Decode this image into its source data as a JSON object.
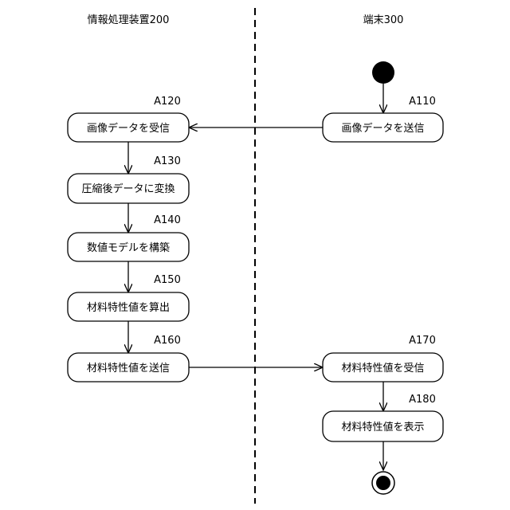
{
  "lanes": {
    "left_title": "情報処理装置200",
    "right_title": "端末300"
  },
  "nodes": {
    "a110": {
      "id": "A110",
      "label": "画像データを送信"
    },
    "a120": {
      "id": "A120",
      "label": "画像データを受信"
    },
    "a130": {
      "id": "A130",
      "label": "圧縮後データに変換"
    },
    "a140": {
      "id": "A140",
      "label": "数値モデルを構築"
    },
    "a150": {
      "id": "A150",
      "label": "材料特性値を算出"
    },
    "a160": {
      "id": "A160",
      "label": "材料特性値を送信"
    },
    "a170": {
      "id": "A170",
      "label": "材料特性値を受信"
    },
    "a180": {
      "id": "A180",
      "label": "材料特性値を表示"
    }
  },
  "colors": {
    "line": "#000000",
    "fill": "#ffffff"
  }
}
